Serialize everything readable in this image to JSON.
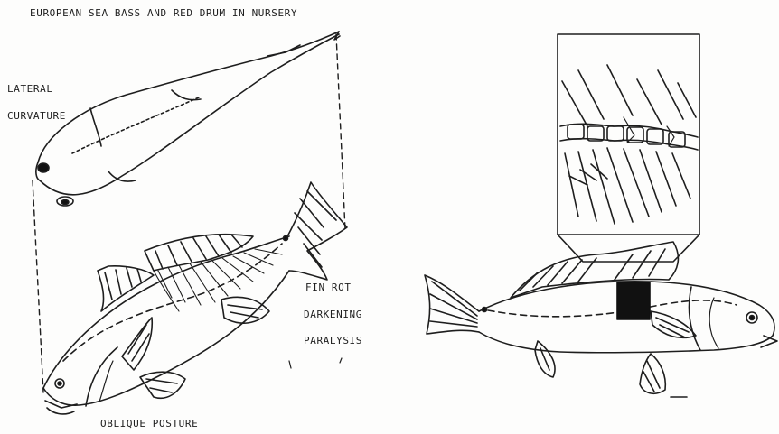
{
  "title": "EUROPEAN SEA BASS AND RED DRUM IN NURSERY",
  "labels": {
    "lateral": "LATERAL",
    "curvature": "CURVATURE",
    "fin_rot": "FIN ROT",
    "darkening": "DARKENING",
    "paralysis": "PARALYSIS",
    "oblique_posture": "OBLIQUE POSTURE"
  },
  "colors": {
    "ink": "#1e1e1e",
    "paper": "#fdfdfc",
    "lesion": "#111111"
  },
  "icons": {
    "fish_top_view": "curved-fish-dorsal-view-icon",
    "fish_side_view": "red-drum-side-view-icon",
    "fish_right": "red-drum-with-lesion-icon",
    "spine_inset": "vertebral-column-inset-icon"
  }
}
